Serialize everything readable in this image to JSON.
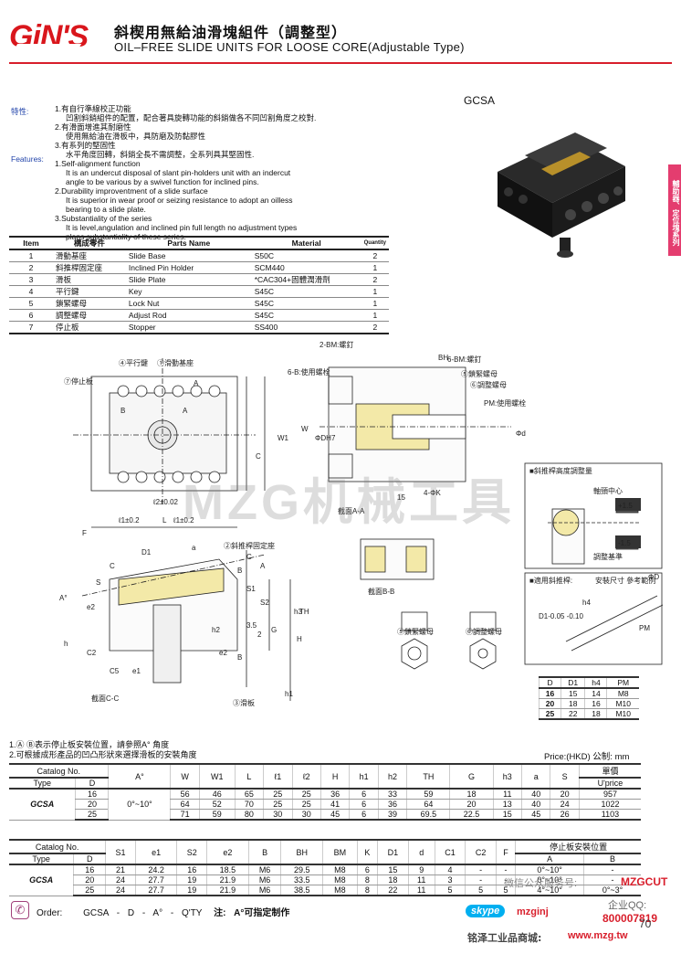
{
  "header": {
    "logo": "GiN'S",
    "title_zh": "斜楔用無給油滑塊組件（調整型）",
    "title_en": "OIL–FREE SLIDE UNITS FOR LOOSE CORE(Adjustable Type)",
    "model": "GCSA"
  },
  "side_tab": "輔助器、定位塊系列",
  "features": {
    "label_zh": "特性:",
    "label_en": "Features:",
    "lines": [
      "1.有自行準線校正功能",
      "凹割斜銷組件的配置，配合著具旋轉功能的斜銷做各不同凹割角度之校對.",
      "2.有滑面增進其耐磨性",
      "使用無給油在滑板中，具防磨及防黏膠性",
      "3.有系列的堅固性",
      "水平角度回轉，斜銷全長不需調整，全系列具其堅固性.",
      "1.Self-alignment function",
      "It is an undercut disposal of slant pin-holders unit with an indercut",
      "angle to be various by a swivel function for inclined pins.",
      "2.Durability improventment of a slide surface",
      "It is superior in wear proof or seizing resistance to adopt an oilless",
      "bearing to a slide plate.",
      "3.Substantiality of the series",
      "It is level,angulation and inclined pin full length no adjustment types",
      "plans substantiality of these series."
    ]
  },
  "parts_table": {
    "headers": [
      "Item",
      "構成零件",
      "Parts Name",
      "Material",
      "Quantity"
    ],
    "rows": [
      [
        "1",
        "滑動基座",
        "Slide Base",
        "S50C",
        "2"
      ],
      [
        "2",
        "斜推桿固定座",
        "Inclined Pin Holder",
        "SCM440",
        "1"
      ],
      [
        "3",
        "滑板",
        "Slide Plate",
        "*CAC304+固體潤滑劑",
        "2"
      ],
      [
        "4",
        "平行鍵",
        "Key",
        "S45C",
        "1"
      ],
      [
        "5",
        "鎖緊螺母",
        "Lock Nut",
        "S45C",
        "1"
      ],
      [
        "6",
        "調整螺母",
        "Adjust Rod",
        "S45C",
        "1"
      ],
      [
        "7",
        "停止板",
        "Stopper",
        "SS400",
        "2"
      ]
    ]
  },
  "drawing_labels": {
    "parallel_key": "④平行鍵",
    "slide_base": "①滑動基座",
    "stopper": "⑦停止板",
    "bm_bolt": "2-BM:螺釘",
    "bb_bolt": "6-B:使用螺栓",
    "bm6": "6-BM:螺釘",
    "lock_nut": "⑤鎖緊螺母",
    "adjust_nut": "⑥調整螺母",
    "pm_bolt": "PM:使用螺栓",
    "section_aa": "截面A-A",
    "section_bb": "截面B-B",
    "section_cc": "截面C-C",
    "pin_holder": "②斜推桿固定座",
    "slide_plate": "③滑板",
    "height_adjust": "■斜推桿高度調整量",
    "axis_center": "軸頸中心",
    "adjust_base": "調整基準",
    "plus": "+1.5",
    "minus": "-1.5",
    "pin_applicable": "■適用斜推桿:",
    "install_dim": "安裝尺寸 參考範例",
    "lock_nut_title": "⑤鎖緊螺母",
    "adjust_nut_title": "⑥調整螺母",
    "dims": [
      "BH",
      "W1",
      "W",
      "C",
      "L",
      "F",
      "ℓ2±0.02",
      "ℓ1±0.2",
      "ℓ1±0.2",
      "D1",
      "a",
      "S",
      "A°",
      "e2",
      "h",
      "h2",
      "h3",
      "C5",
      "C2",
      "e1",
      "S1",
      "S2",
      "G",
      "3.5",
      "2",
      "H",
      "TH",
      "h1",
      "B",
      "e2",
      "ΦDH7",
      "Φd",
      "4-ΦK",
      "15",
      "ΦD",
      "h4",
      "D1-0.05 -0.10",
      "PM",
      "A",
      "B",
      "A",
      "C",
      "C",
      "B",
      "A"
    ]
  },
  "pin_table": {
    "headers": [
      "D",
      "D1",
      "h4",
      "PM"
    ],
    "rows": [
      [
        "16",
        "15",
        "14",
        "M8"
      ],
      [
        "20",
        "18",
        "16",
        "M10"
      ],
      [
        "25",
        "22",
        "18",
        "M10"
      ]
    ]
  },
  "notes": [
    "1.Ⓐ Ⓑ表示停止板安裝位置，請參照A° 角度",
    "2.可根據成形產品的凹凸形狀來選擇滑板的安裝角度"
  ],
  "price_unit": "Price:(HKD) 公制: mm",
  "spec_table_1": {
    "headers": [
      "Catalog No.",
      "A°",
      "W",
      "W1",
      "L",
      "ℓ1",
      "ℓ2",
      "H",
      "h1",
      "h2",
      "TH",
      "G",
      "h3",
      "a",
      "S",
      "單價"
    ],
    "sub": [
      "Type",
      "D",
      "U'price"
    ],
    "type": "GCSA",
    "angle": "0°~10°",
    "rows": [
      [
        "16",
        "56",
        "46",
        "65",
        "25",
        "25",
        "36",
        "6",
        "33",
        "59",
        "18",
        "11",
        "40",
        "20",
        "957"
      ],
      [
        "20",
        "64",
        "52",
        "70",
        "25",
        "25",
        "41",
        "6",
        "36",
        "64",
        "20",
        "13",
        "40",
        "24",
        "1022"
      ],
      [
        "25",
        "71",
        "59",
        "80",
        "30",
        "30",
        "45",
        "6",
        "39",
        "69.5",
        "22.5",
        "15",
        "45",
        "26",
        "1103"
      ]
    ]
  },
  "spec_table_2": {
    "headers": [
      "Catalog No.",
      "S1",
      "e1",
      "S2",
      "e2",
      "B",
      "BH",
      "BM",
      "K",
      "D1",
      "d",
      "C1",
      "C2",
      "F",
      "停止板安裝位置"
    ],
    "sub": [
      "Type",
      "D",
      "A",
      "B"
    ],
    "type": "GCSA",
    "rows": [
      [
        "16",
        "21",
        "24.2",
        "16",
        "18.5",
        "M6",
        "29.5",
        "M8",
        "6",
        "15",
        "9",
        "4",
        "-",
        "-",
        "0°~10°",
        "-"
      ],
      [
        "20",
        "24",
        "27.7",
        "19",
        "21.9",
        "M6",
        "33.5",
        "M8",
        "8",
        "18",
        "11",
        "3",
        "-",
        "-",
        "0°~10°",
        "-"
      ],
      [
        "25",
        "24",
        "27.7",
        "19",
        "21.9",
        "M6",
        "38.5",
        "M8",
        "8",
        "22",
        "11",
        "5",
        "5",
        "5",
        "4°~10°",
        "0°~3°"
      ]
    ]
  },
  "order": {
    "label": "Order:",
    "parts": [
      "GCSA",
      "-",
      "D",
      "-",
      "A°",
      "-",
      "Q'TY"
    ],
    "note": "注: A°可指定制作"
  },
  "footer": {
    "watermark": "MZG机械工具",
    "wechat": "微信公众服务号:",
    "mzgcut": "MZGCUT",
    "skype": "skype",
    "skype_id": "mzginj",
    "qq_label": "企业QQ:",
    "qq": "800007819",
    "shop": "铭泽工业品商城:",
    "site": "www.mzg.tw",
    "page": "70"
  },
  "colors": {
    "brand": "#d81e2b",
    "accent": "#e43d6f",
    "part_fill": "#f3e9a8"
  }
}
